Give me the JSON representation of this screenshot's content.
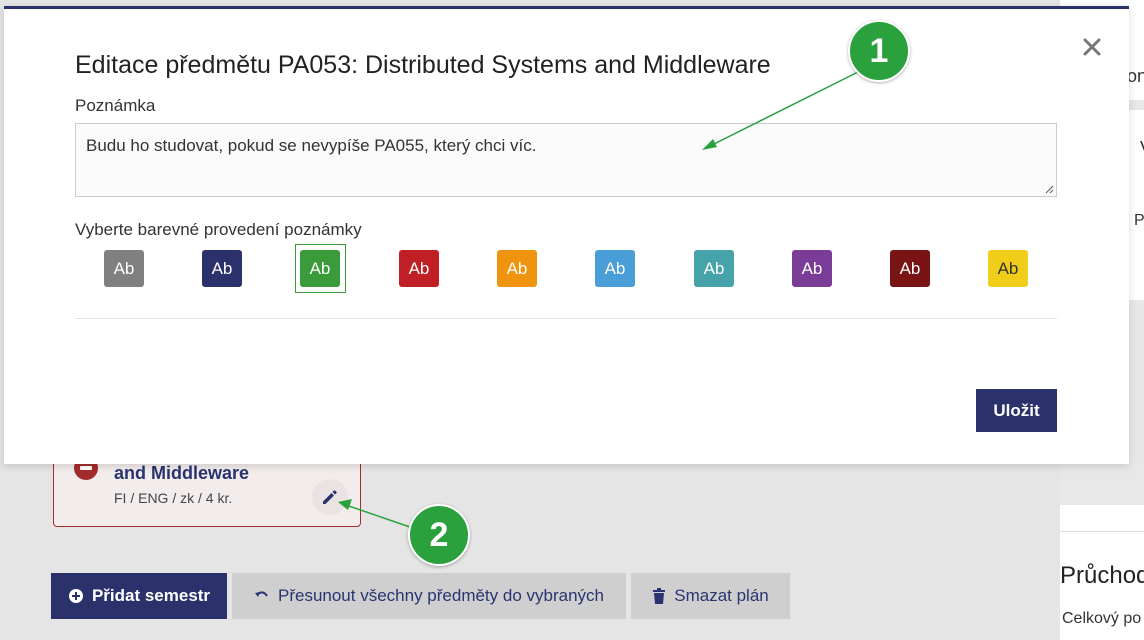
{
  "background": {
    "right_fragment_1": "on",
    "right_fragment_2": "V",
    "right_fragment_3": "P",
    "right_title": "Průchod",
    "right_sub": "Celkový po",
    "course": {
      "name": "and Middleware",
      "meta": "FI / ENG / zk / 4 kr."
    },
    "buttons": {
      "add_semester": "Přidat semestr",
      "move_all": "Přesunout všechny předměty do vybraných",
      "delete_plan": "Smazat plán"
    }
  },
  "modal": {
    "title": "Editace předmětu PA053: Distributed Systems and Middleware",
    "note_label": "Poznámka",
    "note_value": "Budu ho studovat, pokud se nevypíše PA055, který chci víc.",
    "color_label": "Vyberte barevné provedení poznámky",
    "swatches": [
      {
        "label": "Ab",
        "color": "#808080"
      },
      {
        "label": "Ab",
        "color": "#2b316b"
      },
      {
        "label": "Ab",
        "color": "#3a9b3a",
        "selected": true
      },
      {
        "label": "Ab",
        "color": "#c01f26"
      },
      {
        "label": "Ab",
        "color": "#f0940f"
      },
      {
        "label": "Ab",
        "color": "#4a9ed8"
      },
      {
        "label": "Ab",
        "color": "#46a3aa"
      },
      {
        "label": "Ab",
        "color": "#7b3c97"
      },
      {
        "label": "Ab",
        "color": "#7a1414"
      },
      {
        "label": "Ab",
        "color": "#f0cd18"
      }
    ],
    "save_label": "Uložit"
  },
  "markers": {
    "one": "1",
    "two": "2"
  },
  "colors": {
    "primary": "#2b316b",
    "marker_green": "#2aa13d",
    "danger": "#a32c2c"
  }
}
